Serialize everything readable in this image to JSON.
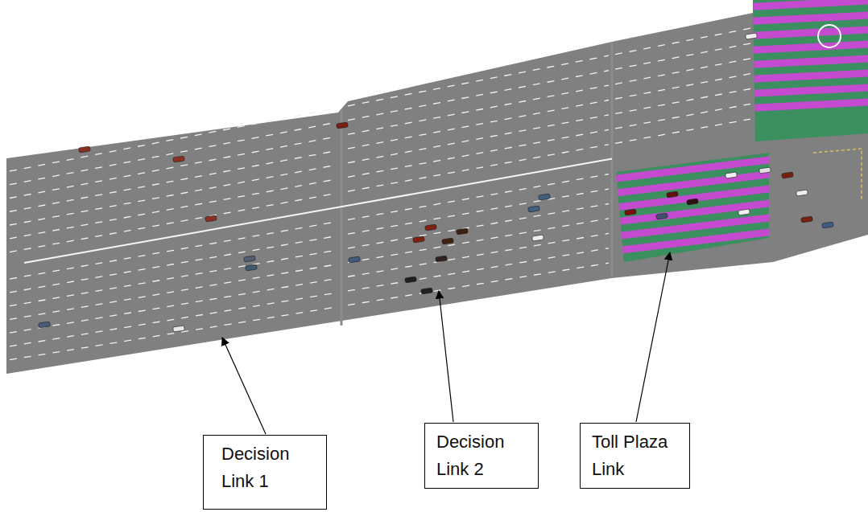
{
  "diagram": {
    "nodes": [
      {
        "text": [
          "Decision Link 1"
        ]
      },
      {
        "text": [
          "Decision Link 2"
        ]
      },
      {
        "text": [
          "Toll Plaza Link"
        ]
      }
    ]
  }
}
